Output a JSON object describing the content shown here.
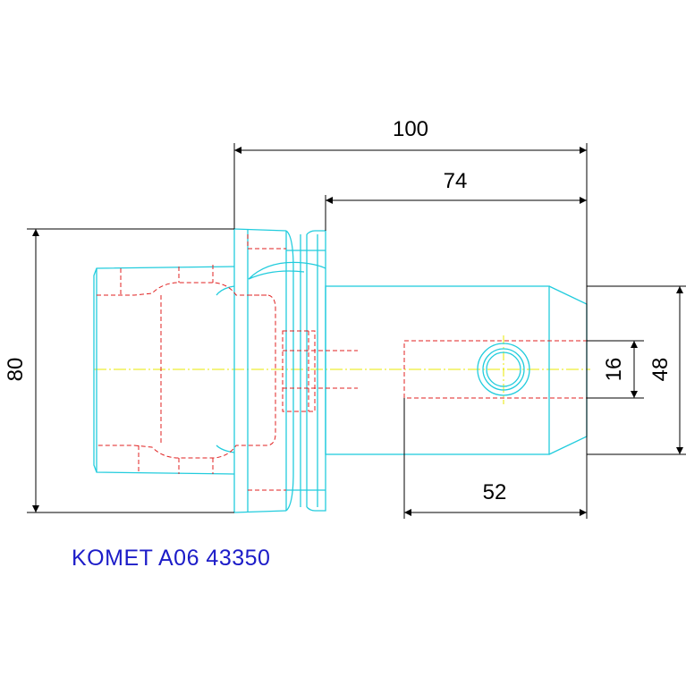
{
  "drawing": {
    "caption": "KOMET A06 43350",
    "dimensions": {
      "overall_length": "100",
      "shank_length": "74",
      "bore_depth": "52",
      "flange_diameter": "80",
      "shank_diameter": "48",
      "bore_diameter": "16"
    }
  },
  "colors": {
    "outline": "#22ccdd",
    "hidden_lines": "#e02020",
    "center_line": "#e8e800",
    "dimension": "#000000",
    "caption": "#1c1cc8"
  }
}
